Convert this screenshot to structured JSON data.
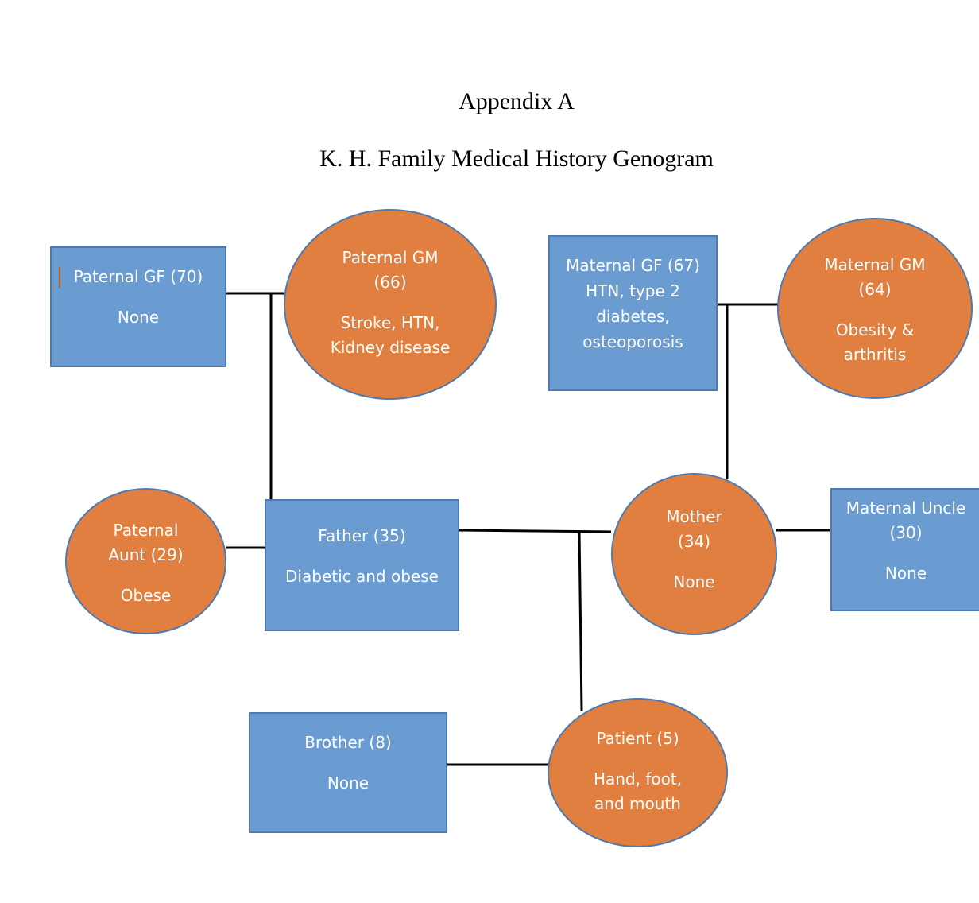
{
  "title": "Appendix A",
  "subtitle": "K. H. Family Medical History Genogram",
  "colors": {
    "male_fill": "#6a9bd1",
    "female_fill": "#e07f3f",
    "outline": "#4d7ab0",
    "connector": "#000000"
  },
  "members": {
    "paternal_gf": {
      "title": [
        "Paternal GF (70)"
      ],
      "conditions": [
        "None"
      ]
    },
    "paternal_gm": {
      "title": [
        "Paternal GM",
        "(66)"
      ],
      "conditions": [
        "Stroke, HTN,",
        "Kidney disease"
      ]
    },
    "maternal_gf": {
      "title": [
        "Maternal GF (67)",
        "HTN, type 2",
        "diabetes,",
        "osteoporosis"
      ],
      "conditions": []
    },
    "maternal_gm": {
      "title": [
        "Maternal GM",
        "(64)"
      ],
      "conditions": [
        "Obesity &",
        "arthritis"
      ]
    },
    "paternal_aunt": {
      "title": [
        "Paternal",
        "Aunt (29)"
      ],
      "conditions": [
        "Obese"
      ]
    },
    "father": {
      "title": [
        "Father (35)"
      ],
      "conditions": [
        "Diabetic and obese"
      ]
    },
    "mother": {
      "title": [
        "Mother",
        "(34)"
      ],
      "conditions": [
        "None"
      ]
    },
    "maternal_uncle": {
      "title": [
        "Maternal Uncle",
        "(30)"
      ],
      "conditions": [
        "None"
      ]
    },
    "brother": {
      "title": [
        "Brother (8)"
      ],
      "conditions": [
        "None"
      ]
    },
    "patient": {
      "title": [
        "Patient (5)"
      ],
      "conditions": [
        "Hand, foot,",
        "and mouth"
      ]
    }
  }
}
